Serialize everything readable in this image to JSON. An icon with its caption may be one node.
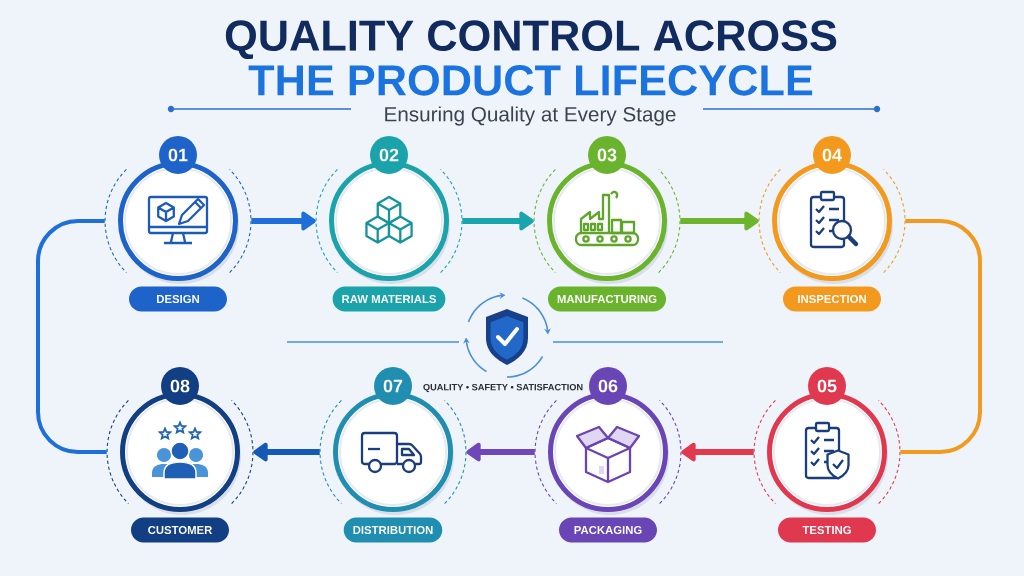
{
  "diagram": {
    "title": "QUALITY CONTROL ACROSS THE PRODUCT LIFECYCLE",
    "nodes": [
      {
        "text": [
          "01",
          "DESIGN"
        ]
      },
      {
        "text": [
          "02",
          "RAW MATERIALS"
        ]
      },
      {
        "text": [
          "03",
          "MANUFACTURING"
        ]
      },
      {
        "text": [
          "04",
          "INSPECTION"
        ]
      },
      {
        "text": [
          "05",
          "TESTING"
        ]
      },
      {
        "text": [
          "06",
          "PACKAGING"
        ]
      },
      {
        "text": [
          "07",
          "DISTRIBUTION"
        ]
      },
      {
        "text": [
          "08",
          "CUSTOMER"
        ]
      }
    ],
    "edges": [
      {
        "from": 0,
        "to": 1,
        "arrow": "to",
        "color": "#1e6fd9"
      },
      {
        "from": 1,
        "to": 2,
        "arrow": "to",
        "color": "#1aa5ad"
      },
      {
        "from": 2,
        "to": 3,
        "arrow": "to",
        "color": "#6cb52d"
      },
      {
        "from": 3,
        "to": 4,
        "arrow": "none",
        "color": "#f29a1f"
      },
      {
        "from": 4,
        "to": 5,
        "arrow": "to",
        "color": "#e2394f"
      },
      {
        "from": 5,
        "to": 6,
        "arrow": "to",
        "color": "#7047b8"
      },
      {
        "from": 6,
        "to": 7,
        "arrow": "to",
        "color": "#1459b5"
      },
      {
        "from": 7,
        "to": 0,
        "arrow": "none",
        "color": "#1e6fd9"
      }
    ],
    "labels": [
      "Ensuring Quality at Every Stage",
      "QUALITY • SAFETY • SATISFACTION"
    ]
  }
}
